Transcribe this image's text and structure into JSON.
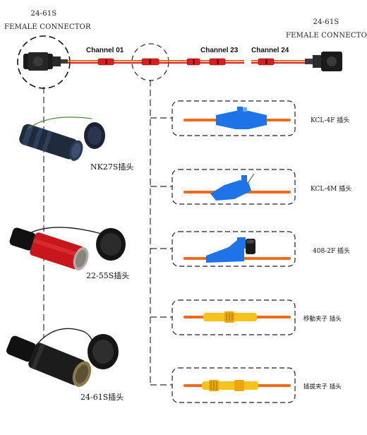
{
  "left_connector": {
    "line1": "24-61S",
    "line2": "FEMALE CONNECTOR"
  },
  "right_connector": {
    "line1": "24-61S",
    "line2": "FEMALE CONNECTOR"
  },
  "channels": {
    "first": "Channel 01",
    "middle": "Channel 23",
    "last": "Channel 24"
  },
  "plugs": [
    {
      "label": "NK27S插头"
    },
    {
      "label": "22-55S插头"
    },
    {
      "label": "24-61S插头"
    }
  ],
  "fittings": [
    {
      "label": "KCL-4F 插头"
    },
    {
      "label": "KCL-4M 插头"
    },
    {
      "label": "408-2F 插头"
    },
    {
      "label": "移動夹子 插头"
    },
    {
      "label": "插拔夹子 插头"
    }
  ],
  "colors": {
    "cable_orange": "#f26a1b",
    "cable_red": "#d81e1e",
    "connector_blue": "#1e73e6",
    "clip_yellow": "#f7c31b",
    "plug_red": "#c8161d",
    "plug_black": "#1c1c1c"
  }
}
